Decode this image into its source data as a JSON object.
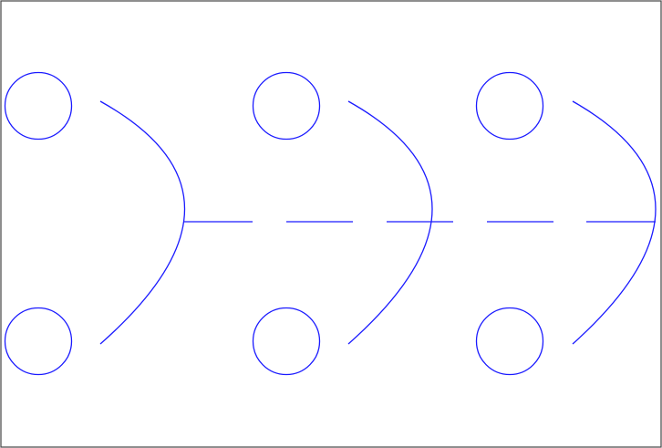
{
  "diagram": {
    "stroke_color": "#1a1aff",
    "frame_color": "#444444",
    "background": "#ffffff",
    "groups": [
      {
        "id": "group-1"
      },
      {
        "id": "group-2"
      },
      {
        "id": "group-3"
      }
    ]
  }
}
